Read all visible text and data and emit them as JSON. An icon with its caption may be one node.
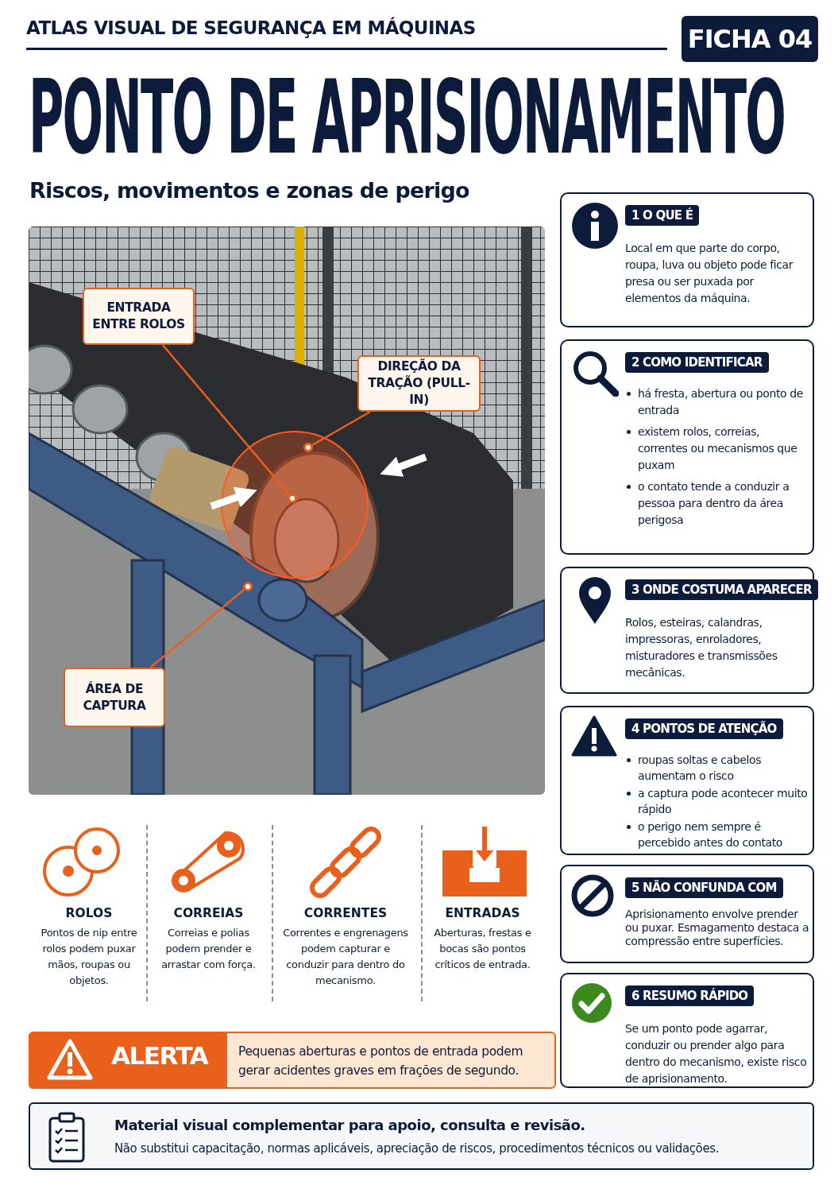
{
  "diagram": {
    "title": "PONTO DE APRISIONAMENTO",
    "nodes": [
      {
        "text": [
          "FICHA 04"
        ]
      },
      {
        "text": [],
        "shape": "picture"
      },
      {
        "text": [
          "ENTRADA ENTRE ROLOS"
        ],
        "in": 1
      },
      {
        "text": [
          "DIREÇÃO DA TRAÇÃO (PULL-IN)"
        ],
        "in": 1
      },
      {
        "text": [
          "ÁREA DE CAPTURA"
        ],
        "in": 1
      },
      {
        "text": [],
        "shape": "circle",
        "in": 1
      },
      {
        "text": [],
        "shape": "circle",
        "in": 1
      },
      {
        "text": [],
        "shape": "circle",
        "in": 1
      },
      {
        "text": [
          "1 O QUE É",
          "Local em que parte do corpo, roupa, luva ou objeto pode ficar presa ou ser puxada por elementos da máquina."
        ]
      },
      {
        "text": [
          "2 COMO IDENTIFICAR",
          "há fresta, abertura ou ponto de entrada",
          "existem rolos, correias, correntes ou mecanismos que puxam",
          "o contato tende a conduzir a pessoa para dentro da área perigosa"
        ]
      },
      {
        "text": [
          "3 ONDE COSTUMA APARECER",
          "Rolos, esteiras, calandras, impressoras, enroladores, misturadores e transmissões mecânicas."
        ]
      },
      {
        "text": [
          "4 PONTOS DE ATENÇÃO",
          "roupas soltas e cabelos aumentam o risco",
          "a captura pode acontecer muito rápido",
          "o perigo nem sempre é percebido antes do contato"
        ]
      },
      {
        "text": [
          "5 NÃO CONFUNDA COM",
          "Aprisionamento envolve prender ou puxar. Esmagamento destaca a compressão entre superfícies."
        ]
      },
      {
        "text": [
          "6 RESUMO RÁPIDO",
          "Se um ponto pode agarrar, conduzir ou prender algo para dentro do mecanismo, existe risco de aprisionamento."
        ]
      },
      {
        "text": [
          "ROLOS",
          "Pontos de nip entre rolos podem puxar mãos, roupas ou objetos."
        ]
      },
      {
        "text": [
          "CORREIAS",
          "Correias e polias podem prender e arrastar com força."
        ]
      },
      {
        "text": [
          "CORRENTES",
          "Correntes e engrenagens podem capturar e conduzir para dentro do mecanismo."
        ]
      },
      {
        "text": [
          "ENTRADAS",
          "Aberturas, frestas e bocas são pontos críticos de entrada."
        ]
      },
      {
        "text": [
          "ALERTA",
          "Pequenas aberturas e pontos de entrada podem gerar acidentes graves em frações de segundo."
        ]
      },
      {
        "text": [
          "Material visual complementar para apoio, consulta e revisão.",
          "Não substitui capacitação, normas aplicáveis, apreciação de riscos, procedimentos técnicos ou validações."
        ]
      }
    ],
    "edges": [
      {
        "from": 2,
        "to": 6,
        "arrow": "none"
      },
      {
        "from": 3,
        "to": 5,
        "arrow": "none"
      },
      {
        "from": 4,
        "to": 7,
        "arrow": "none"
      }
    ],
    "labels": [
      "ATLAS VISUAL DE SEGURANÇA EM MÁQUINAS",
      "Riscos, movimentos e zonas de perigo"
    ]
  }
}
